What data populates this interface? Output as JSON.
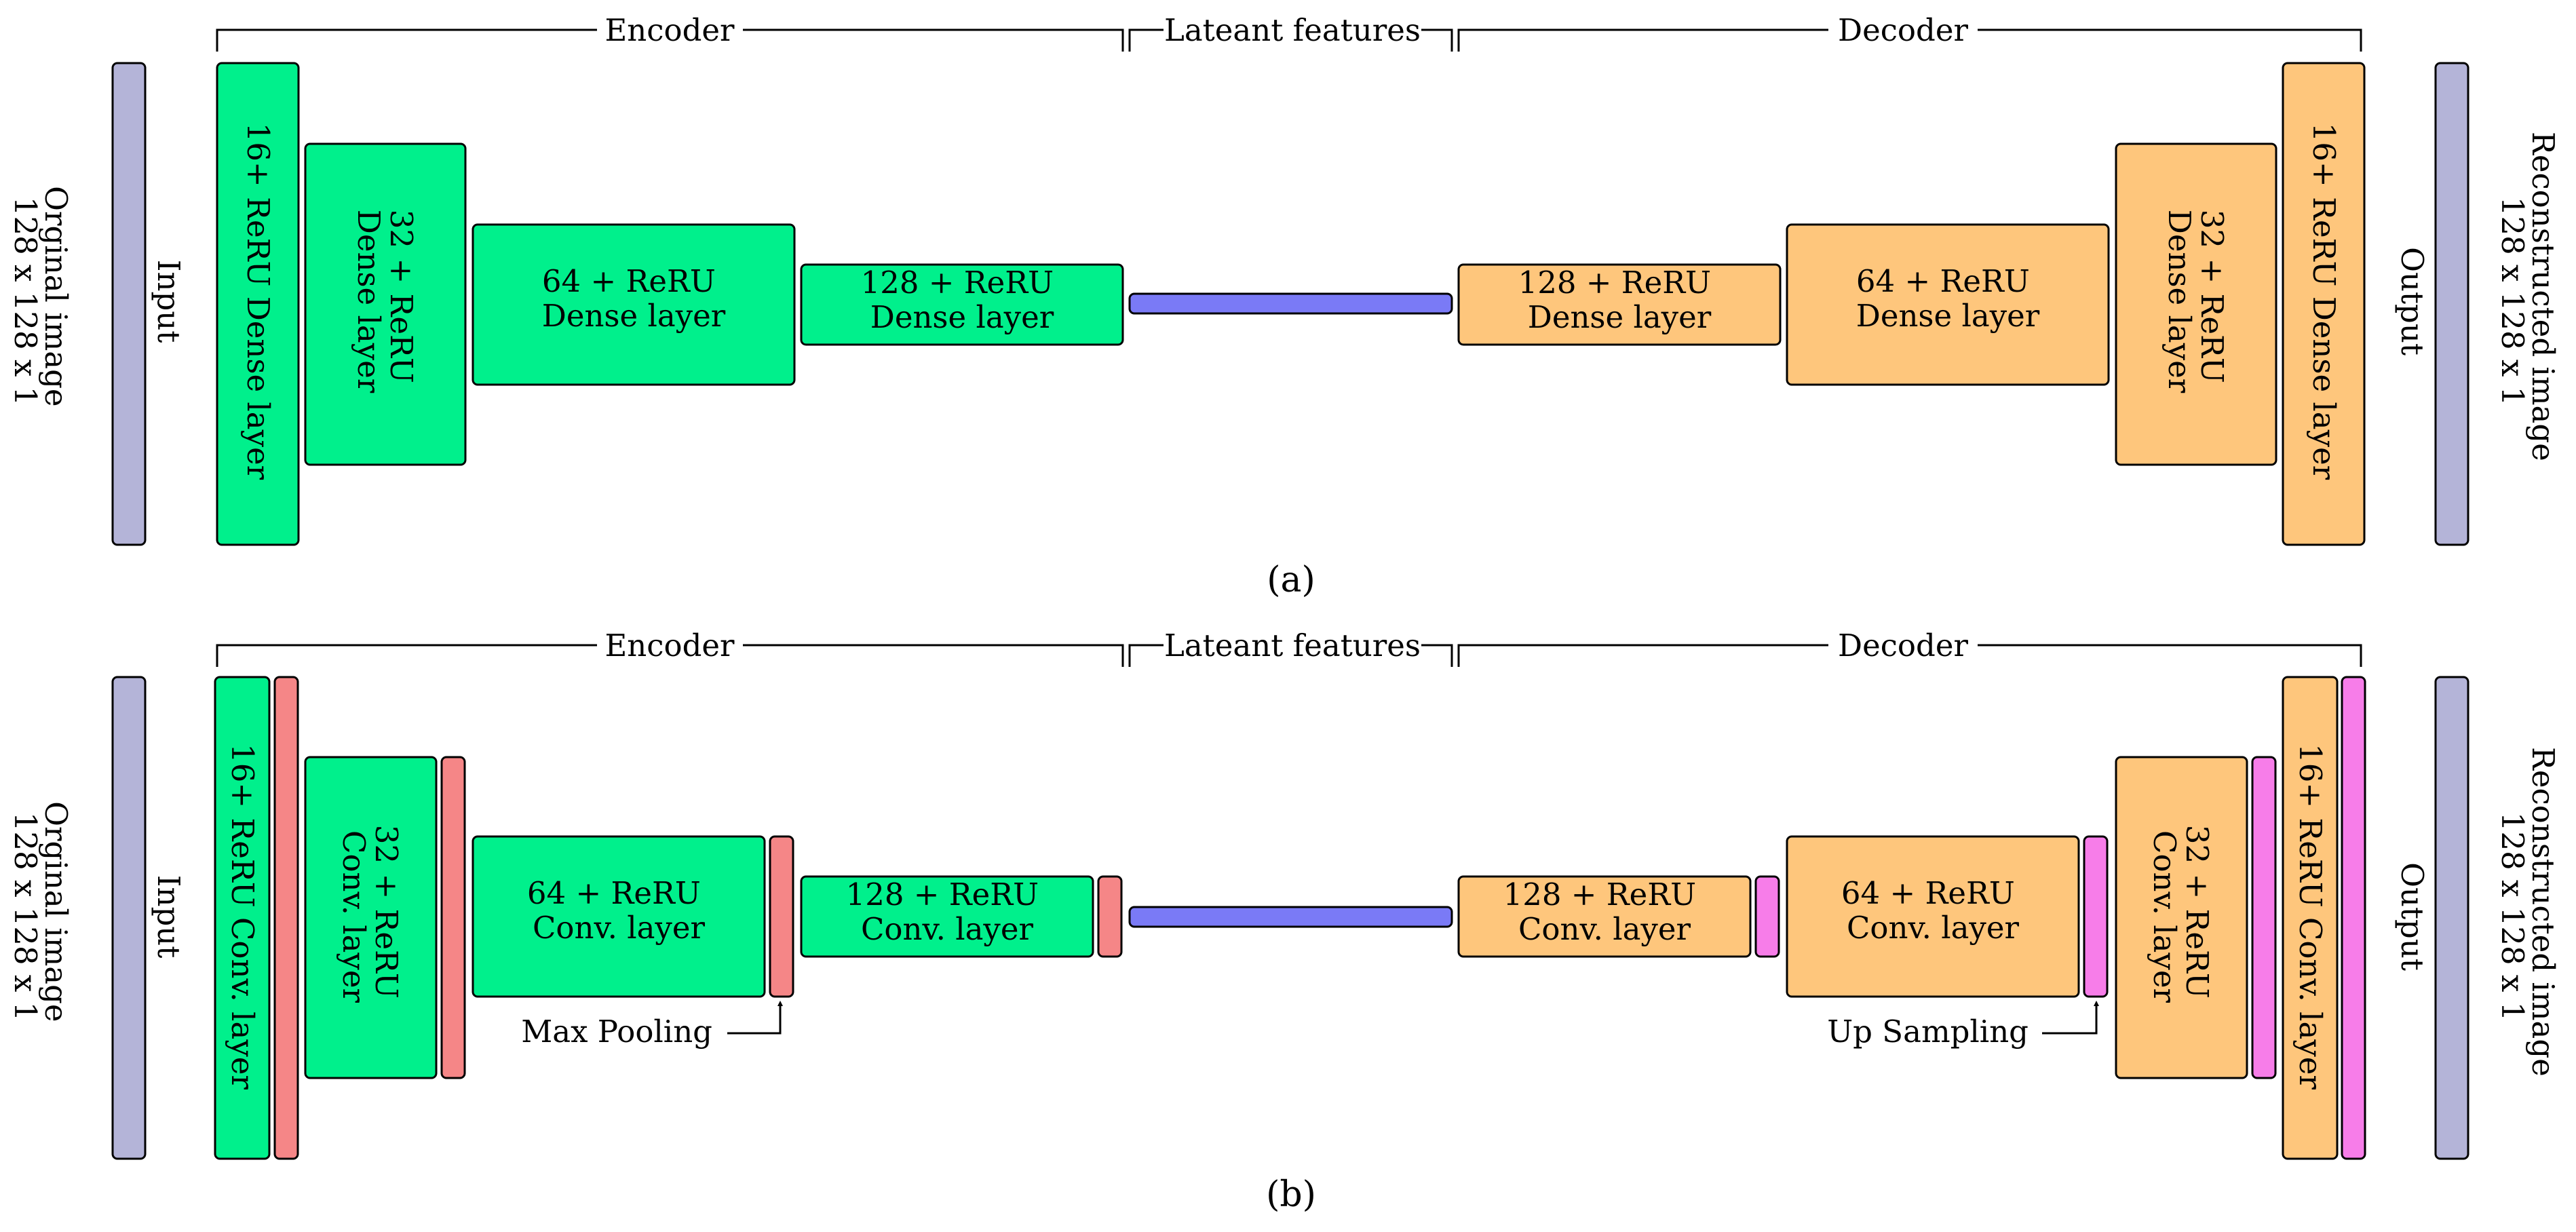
{
  "colors": {
    "io": "#b4b4d8",
    "encoder": "#00f08c",
    "decoder": "#fec67c",
    "latent": "#7a7af6",
    "max_pooling": "#f58687",
    "up_sampling": "#f77de9",
    "stroke": "#000000"
  },
  "panel_a": {
    "caption": "(a)",
    "section_encoder": "Encoder",
    "section_latent": "Lateant features",
    "section_decoder": "Decoder",
    "input_side": {
      "line1": "Orginal image",
      "line2": "128 x 128 x 1",
      "label": "Input"
    },
    "output_side": {
      "line1": "Reconstructed image",
      "line2": "128 x 128 x 1",
      "label": "Output"
    },
    "enc_layer16": "16+ ReRU Dense layer",
    "enc_layer32": {
      "line1": "32 + ReRU",
      "line2": "Dense layer"
    },
    "enc_layer64": {
      "line1": "64 + ReRU",
      "line2": "Dense layer"
    },
    "enc_layer128": {
      "line1": "128 + ReRU",
      "line2": "Dense layer"
    },
    "dec_layer128": {
      "line1": "128 + ReRU",
      "line2": "Dense layer"
    },
    "dec_layer64": {
      "line1": "64 + ReRU",
      "line2": "Dense layer"
    },
    "dec_layer32": {
      "line1": "32 + ReRU",
      "line2": "Dense layer"
    },
    "dec_layer16": "16+ ReRU Dense layer"
  },
  "panel_b": {
    "caption": "(b)",
    "section_encoder": "Encoder",
    "section_latent": "Lateant features",
    "section_decoder": "Decoder",
    "input_side": {
      "line1": "Orginal image",
      "line2": "128 x 128 x 1",
      "label": "Input"
    },
    "output_side": {
      "line1": "Reconstructed image",
      "line2": "128 x 128 x 1",
      "label": "Output"
    },
    "enc_layer16": "16+ ReRU Conv. layer",
    "enc_layer32": {
      "line1": "32 + ReRU",
      "line2": "Conv. layer"
    },
    "enc_layer64": {
      "line1": "64 + ReRU",
      "line2": "Conv. layer"
    },
    "enc_layer128": {
      "line1": "128 + ReRU",
      "line2": "Conv. layer"
    },
    "dec_layer128": {
      "line1": "128 + ReRU",
      "line2": "Conv. layer"
    },
    "dec_layer64": {
      "line1": "64 + ReRU",
      "line2": "Conv. layer"
    },
    "dec_layer32": {
      "line1": "32 + ReRU",
      "line2": "Conv. layer"
    },
    "dec_layer16": "16+ ReRU Conv. layer",
    "max_pooling_label": "Max Pooling",
    "up_sampling_label": "Up Sampling"
  }
}
